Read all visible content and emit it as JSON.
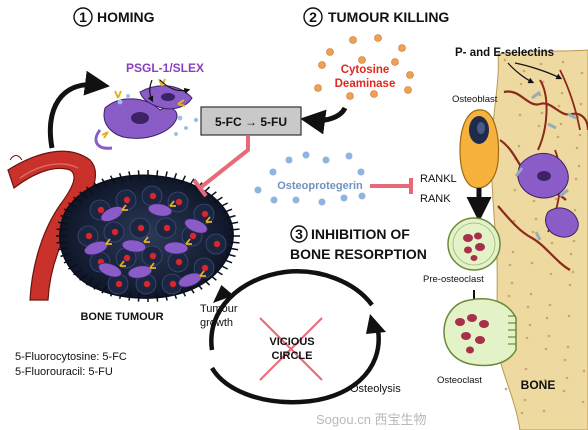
{
  "colors": {
    "purple_cell": "#8a5cc7",
    "vessel_red": "#c8322a",
    "cytosine_red": "#e0281e",
    "pink_arrow": "#e86a78",
    "opg_blue": "#7a9cc9",
    "bone_tan": "#eed9a0",
    "osteoblast_orange": "#f6b23c",
    "dot_orange": "#f0a050",
    "green_cell": "#e4f2c8"
  },
  "icons": [
    "vessel-icon",
    "tumour-cell-icon",
    "osteoblast-icon",
    "osteoclast-icon",
    "dot-icon",
    "inhibit-arrow-icon",
    "circular-arrow-icon"
  ],
  "headings": {
    "homing_num": "1",
    "homing": "HOMING",
    "killing_num": "2",
    "killing": "TUMOUR KILLING",
    "resorption_num": "3",
    "resorption_line1": "INHIBITION OF",
    "resorption_line2": "BONE RESORPTION"
  },
  "labels": {
    "psgl": "PSGL-1/SLEX",
    "cytosine_line1": "Cytosine",
    "cytosine_line2": "Deaminase",
    "conversion": "5-FC → 5-FU",
    "selectins": "P- and E-selectins",
    "osteoblast": "Osteoblast",
    "rankl": "RANKL",
    "rank": "RANK",
    "osteoprotegerin": "Osteoprotegerin",
    "pre_osteoclast": "Pre-osteoclast",
    "osteoclast": "Osteoclast",
    "bone": "BONE",
    "bone_tumour": "BONE TUMOUR",
    "vicious_line1": "VICIOUS",
    "vicious_line2": "CIRCLE",
    "tumour_growth_line1": "Tumour",
    "tumour_growth_line2": "growth",
    "osteolysis": "Osteolysis"
  },
  "legend": {
    "fc": "5-Fluorocytosine: 5-FC",
    "fu": "5-Fluorouracil: 5-FU"
  },
  "watermark": "Sogou.cn 西宝生物"
}
